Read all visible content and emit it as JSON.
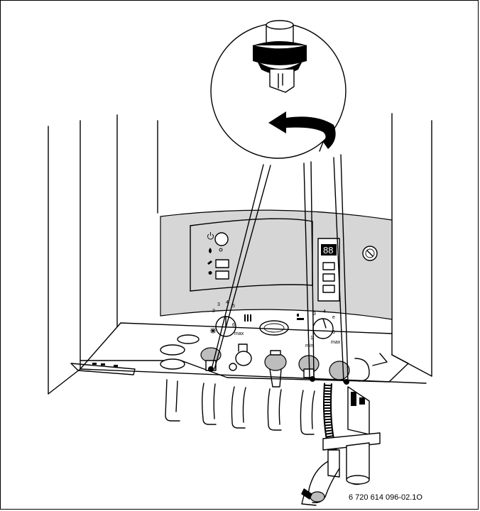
{
  "figure": {
    "id_label": "6 720 614 096-02.1O"
  },
  "dial_left": {
    "scale_labels": [
      "2",
      "3",
      "4",
      "5",
      "6",
      "max"
    ]
  },
  "dial_right": {
    "scale_labels": [
      "1",
      "3",
      "4",
      "e",
      "6",
      "min",
      "max"
    ]
  },
  "display": {
    "digits": "88"
  },
  "icons": [
    "power-icon",
    "flame-icon",
    "wrench-icon",
    "thermometer-icon",
    "frost-icon",
    "radiator-icon",
    "tap-icon",
    "pressure-gauge-icon",
    "rotate-arrow-icon"
  ]
}
